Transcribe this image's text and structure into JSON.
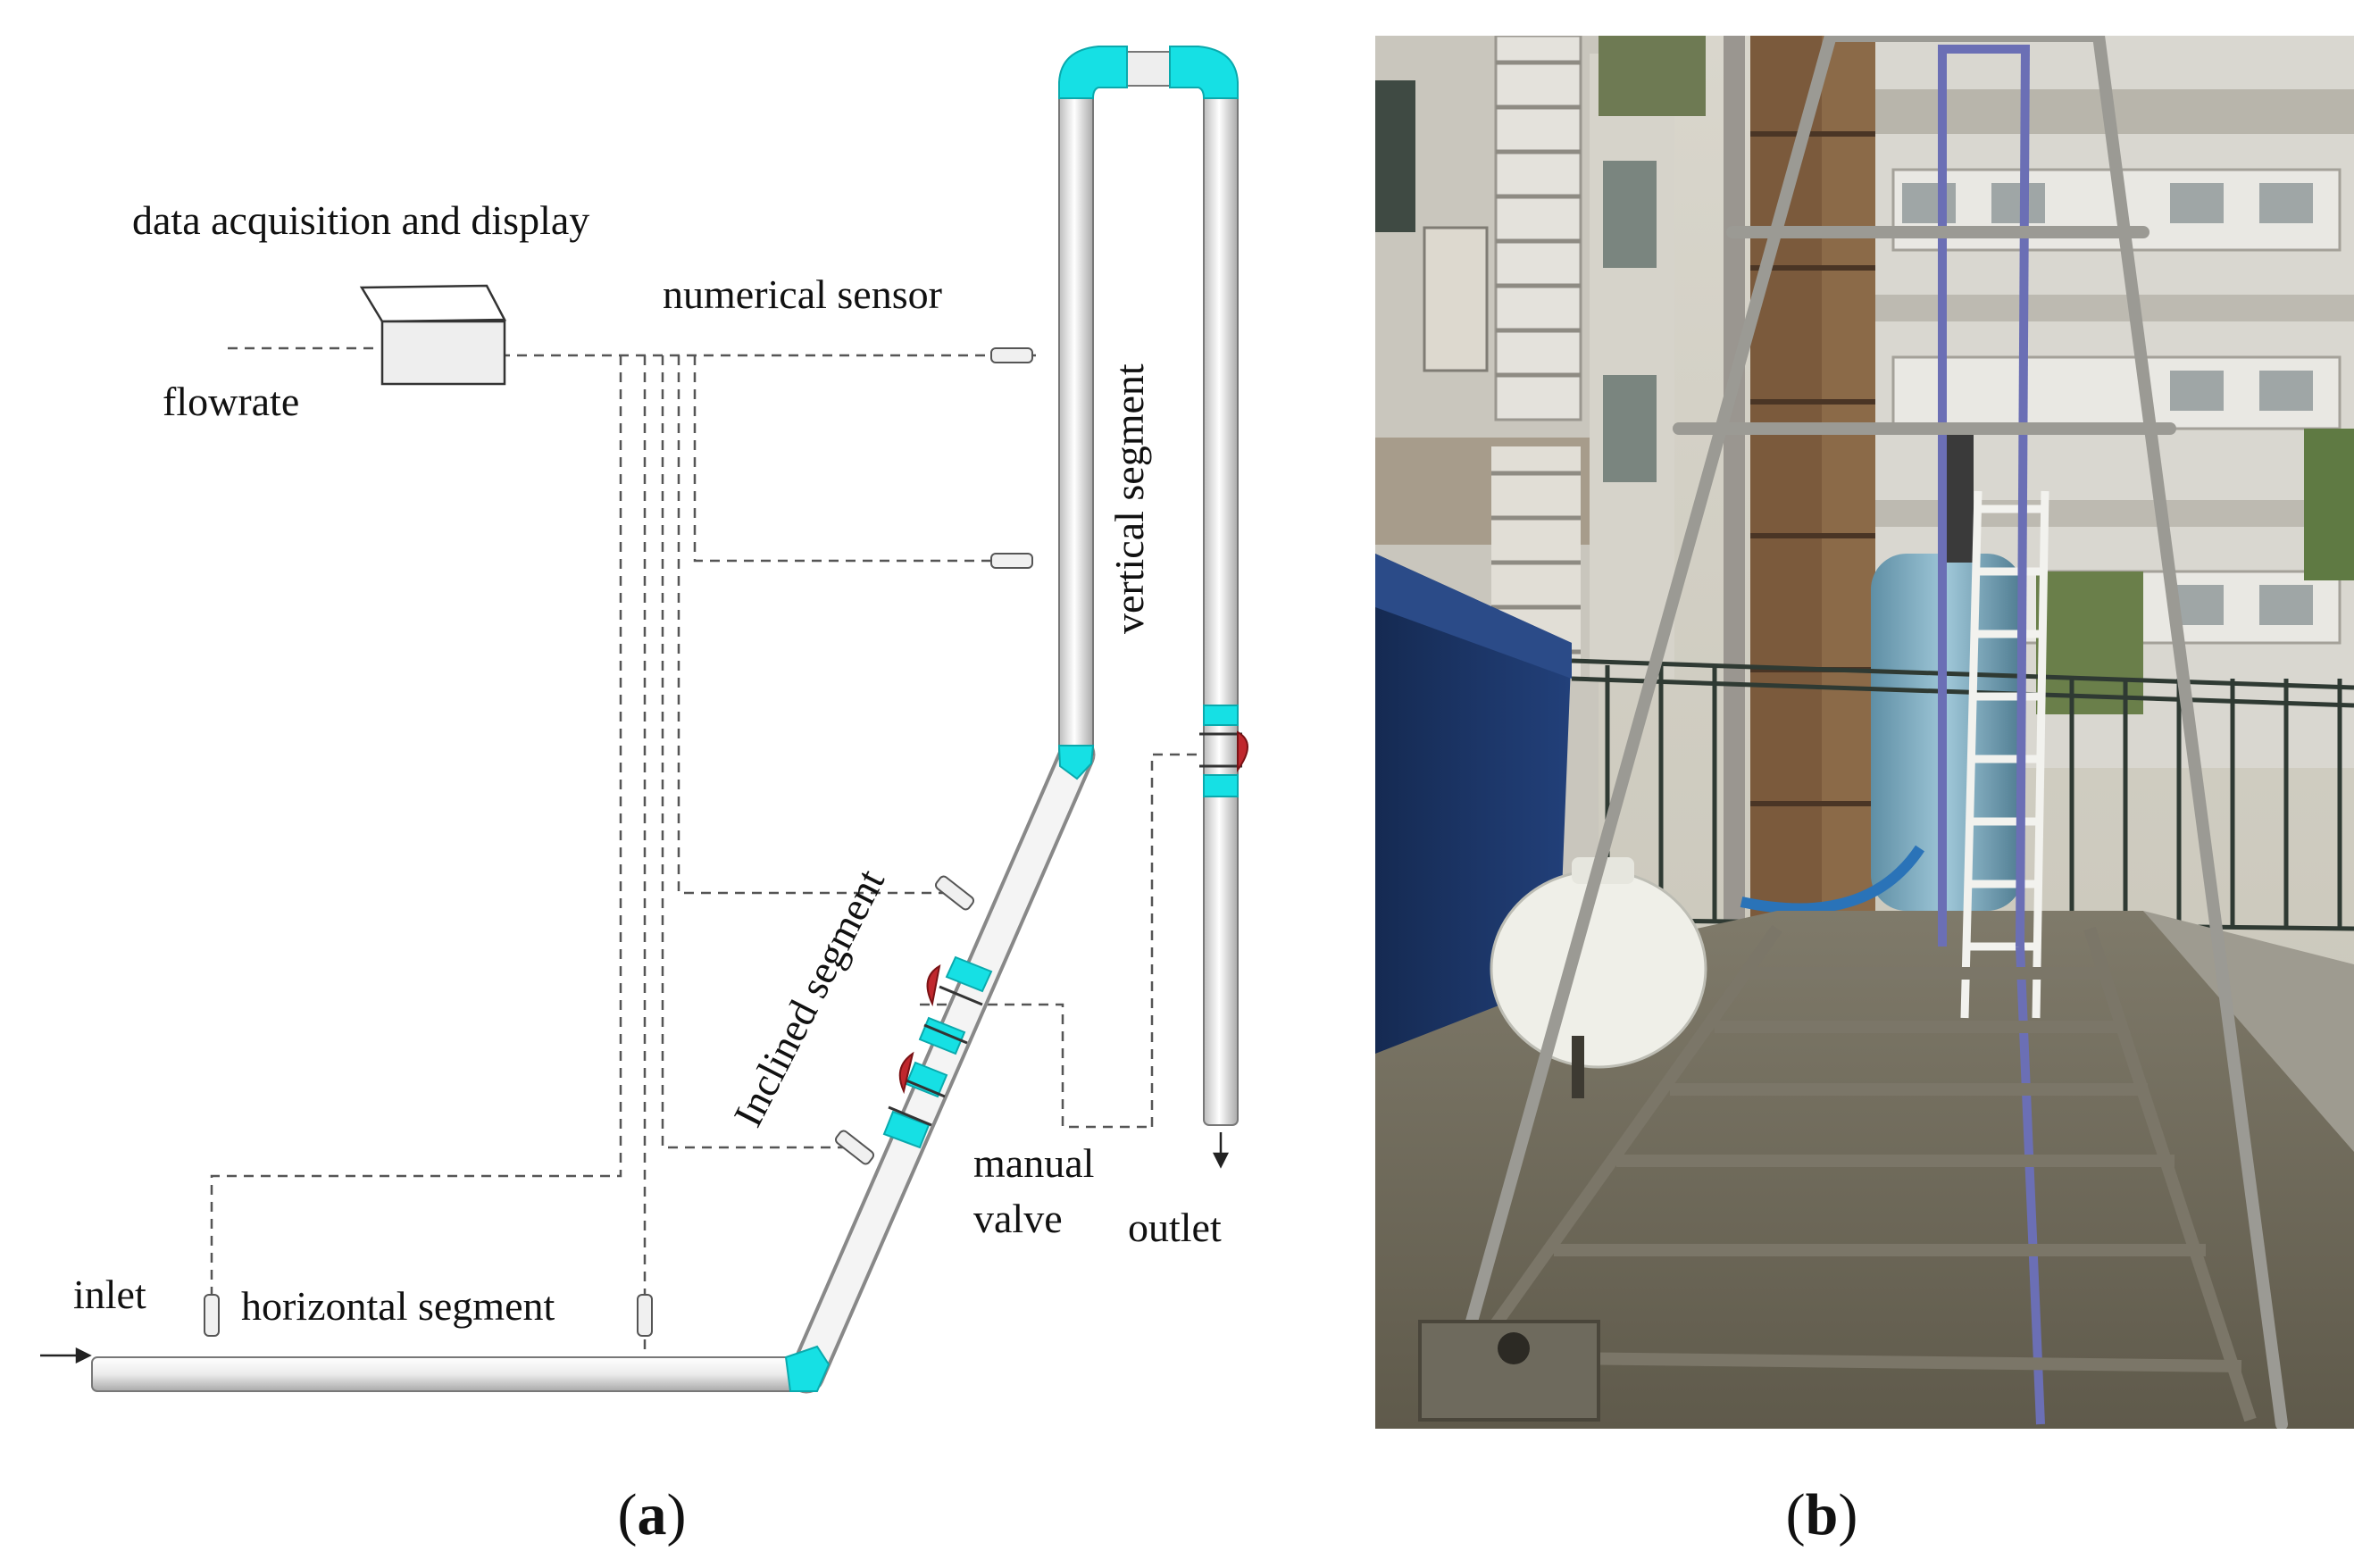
{
  "panel_a": {
    "labels": {
      "data_acquisition": "data acquisition and display",
      "numerical_sensor": "numerical sensor",
      "flowrate": "flowrate",
      "vertical_segment": "vertical segment",
      "inclined_segment": "Inclined segment",
      "manual": "manual",
      "valve": "valve",
      "outlet": "outlet",
      "inlet": "inlet",
      "horizontal_segment": "horizontal segment"
    },
    "caption": {
      "open": "(",
      "letter": "a",
      "close": ")"
    },
    "colors": {
      "pipe": "#e6e6e6",
      "fitting": "#16e0e4",
      "valve": "#c0272d",
      "line": "#555555"
    }
  },
  "panel_b": {
    "caption": {
      "open": "(",
      "letter": "b",
      "close": ")"
    }
  }
}
